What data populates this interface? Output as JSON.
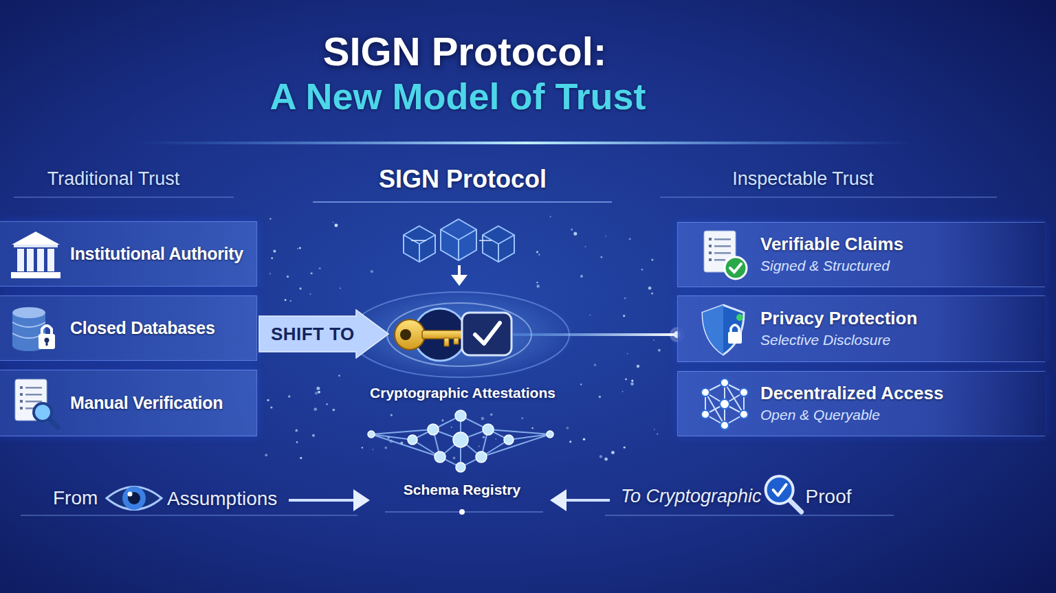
{
  "diagram": {
    "title": "SIGN Protocol:",
    "nodes": [
      {
        "text": [
          "Institutional Authority"
        ]
      },
      {
        "text": [
          "Closed Databases"
        ]
      },
      {
        "text": [
          "Manual Verification"
        ]
      },
      {
        "text": [
          "SHIFT TO"
        ]
      },
      {
        "text": [
          "Verifiable Claims",
          "Signed & Structured"
        ]
      },
      {
        "text": [
          "Privacy Protection",
          "Selective Disclosure"
        ]
      },
      {
        "text": [
          "Decentralized Access",
          "Open & Queryable"
        ]
      }
    ],
    "labels": [
      "A New Model of Trust",
      "Traditional Trust",
      "SIGN Protocol",
      "Inspectable Trust",
      "Cryptographic Attestations",
      "Schema Registry",
      "From",
      "Assumptions",
      "To Cryptographic",
      "Proof"
    ]
  }
}
